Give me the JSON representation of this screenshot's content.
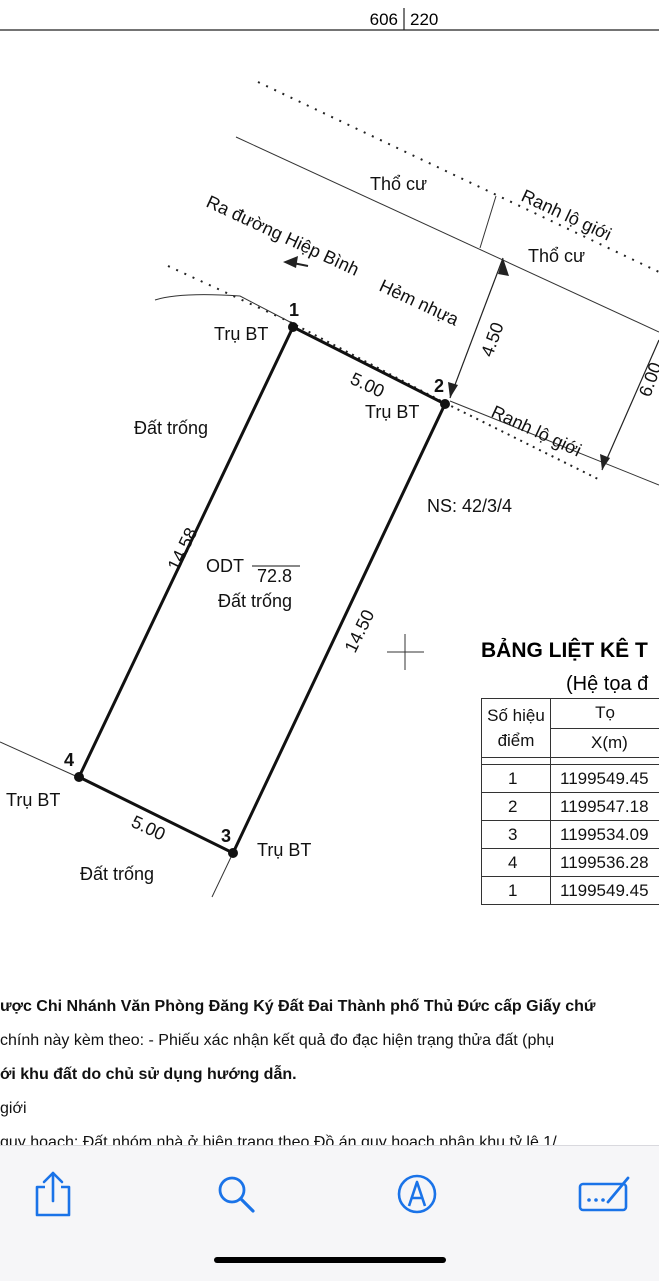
{
  "header": {
    "map_sheet": "606",
    "parcel": "220"
  },
  "drawing": {
    "labels": {
      "tho_cu_1": "Thổ cư",
      "tho_cu_2": "Thổ cư",
      "ranh_lo_gioi_1": "Ranh lộ giới",
      "ranh_lo_gioi_2": "Ranh lộ giới",
      "road": "Ra đường Hiệp Bình",
      "alley": "Hẻm nhựa",
      "dat_trong_left": "Đất trống",
      "dat_trong_bottom": "Đất trống",
      "dat_trong_center": "Đất trống",
      "ns": "NS: 42/3/4",
      "land_type": "ODT",
      "area": "72.8"
    },
    "dims": {
      "front": "5.00",
      "back": "5.00",
      "left": "14.58",
      "right": "14.50",
      "road_width_1": "4.50",
      "road_width_2": "6.00"
    },
    "points": [
      {
        "id": "1",
        "marker": "Trụ BT"
      },
      {
        "id": "2",
        "marker": "Trụ BT"
      },
      {
        "id": "3",
        "marker": "Trụ BT"
      },
      {
        "id": "4",
        "marker": "Trụ BT"
      }
    ]
  },
  "coord_table": {
    "title": "BẢNG LIỆT KÊ T",
    "subtitle": "(Hệ tọa đ",
    "col_point_1": "Số hiệu",
    "col_point_2": "điểm",
    "col_coord": "Tọ",
    "col_x": "X(m)",
    "rows": [
      {
        "pt": "1",
        "x": "1199549.45"
      },
      {
        "pt": "2",
        "x": "1199547.18"
      },
      {
        "pt": "3",
        "x": "1199534.09"
      },
      {
        "pt": "4",
        "x": "1199536.28"
      },
      {
        "pt": "1",
        "x": "1199549.45"
      }
    ]
  },
  "notes": {
    "line1": "ược Chi Nhánh Văn Phòng Đăng Ký Đất Đai Thành phố Thủ Đức  cấp Giấy chứ",
    "line2": "chính này kèm theo:  - Phiếu xác nhận kết quả đo đạc hiện trạng thửa đất (phụ",
    "line3": "ới khu đất do chủ sử dụng hướng dẫn.",
    "line4": "giới",
    "line5": "quy hoạch: Đất nhóm nhà ở hiện trạng theo Đồ án quy hoạch phân khu tỷ lệ 1/"
  },
  "toolbar": {
    "share": "share-icon",
    "search": "search-icon",
    "markup": "markup-pen-icon",
    "form": "signature-form-icon",
    "accent": "#1a73e8"
  }
}
